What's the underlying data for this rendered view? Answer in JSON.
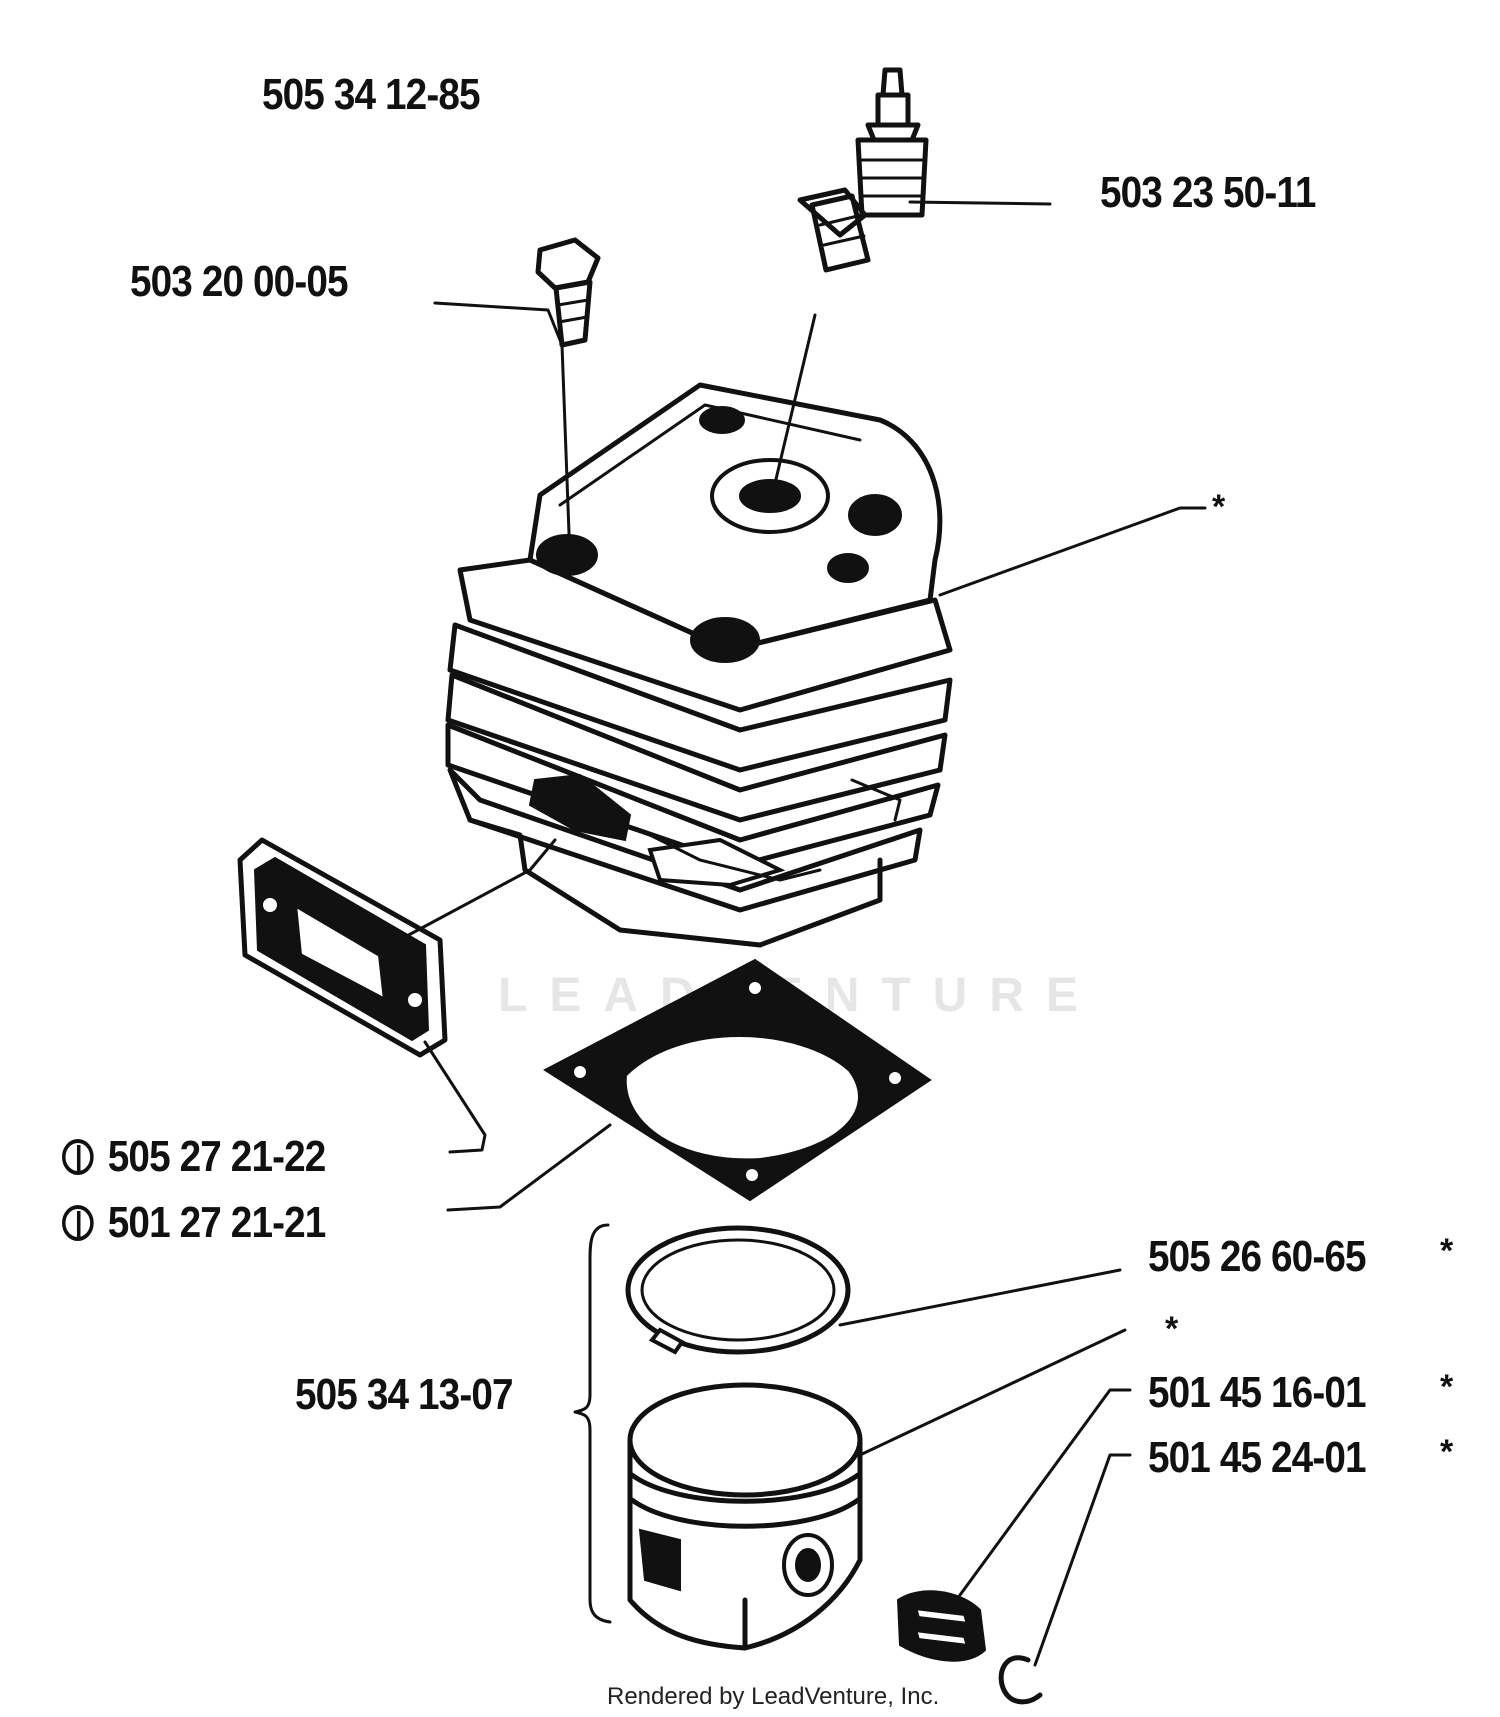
{
  "labels": {
    "cylinder_kit": "505 34 12-85",
    "spark_plug": "503 23 50-11",
    "screw": "503 20 00-05",
    "cylinder": "*",
    "muffler_gasket": "505 27 21-22",
    "cylinder_gasket": "501 27 21-21",
    "piston_kit": "505 34 13-07",
    "piston_ring": "505 26 60-65",
    "piston": "*",
    "piston_pin": "501 45 16-01",
    "circlip": "501 45 24-01"
  },
  "flags": {
    "piston_ring": "*",
    "piston_pin": "*",
    "circlip": "*"
  },
  "watermark": "LEADVENTURE",
  "footer": "Rendered by LeadVenture, Inc.",
  "colors": {
    "ink": "#111111",
    "watermark": "#e6e6e6",
    "background": "#ffffff"
  }
}
